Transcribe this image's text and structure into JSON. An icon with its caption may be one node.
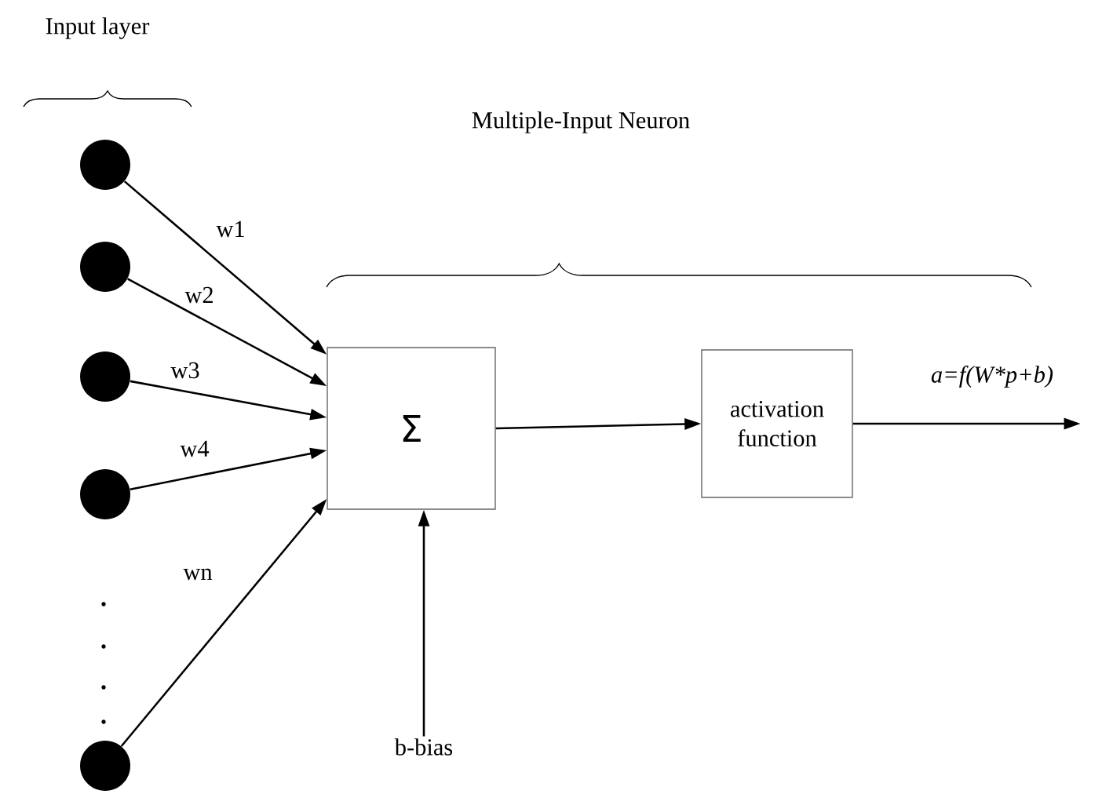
{
  "diagram": {
    "nodes": [
      {
        "text": [],
        "shape": "circle"
      },
      {
        "text": [],
        "shape": "circle"
      },
      {
        "text": [],
        "shape": "circle"
      },
      {
        "text": [],
        "shape": "circle"
      },
      {
        "text": [],
        "shape": "circle"
      },
      {
        "text": [
          "Σ"
        ]
      },
      {
        "text": [
          "activation function"
        ]
      },
      {
        "text": [
          "b-bias"
        ]
      }
    ],
    "edges": [
      {
        "from": 0,
        "to": 5,
        "arrow": "to",
        "label": "w1"
      },
      {
        "from": 1,
        "to": 5,
        "arrow": "to",
        "label": "w2"
      },
      {
        "from": 2,
        "to": 5,
        "arrow": "to",
        "label": "w3"
      },
      {
        "from": 3,
        "to": 5,
        "arrow": "to",
        "label": "w4"
      },
      {
        "from": 4,
        "to": 5,
        "arrow": "to",
        "label": "wn"
      },
      {
        "from": 7,
        "to": 5,
        "arrow": "to"
      },
      {
        "from": 5,
        "to": 6,
        "arrow": "to"
      },
      {
        "from": 6,
        "to": null,
        "arrow": "to",
        "label": "a=f(W*p+b)"
      }
    ],
    "labels": [
      "Input layer",
      "Multiple-Input Neuron"
    ]
  }
}
